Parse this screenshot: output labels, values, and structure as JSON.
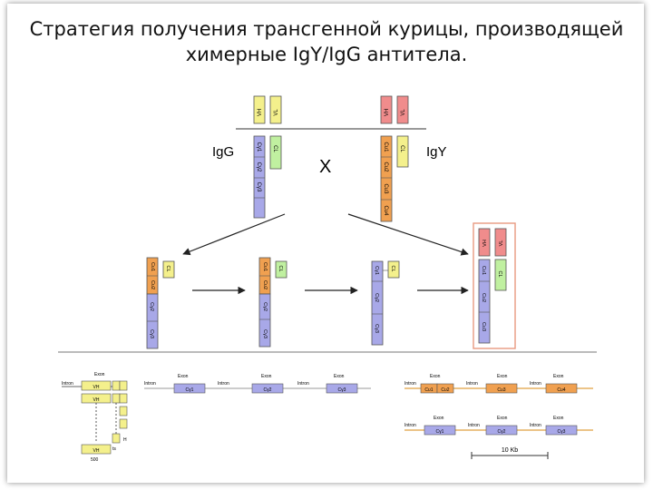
{
  "slide": {
    "title_line1": "Стратегия получения трансгенной курицы, производящей",
    "title_line2": "химерные IgY/IgG антитела."
  },
  "diagram": {
    "label_igg": "IgG",
    "label_igy": "IgY",
    "label_cross": "X",
    "vh": "VH",
    "vl": "VL",
    "cl": "CL",
    "cg1": "Cγ1",
    "cg2": "Cγ2",
    "cg3": "Cγ3",
    "cu1": "Cυ1",
    "cu2": "Cυ2",
    "cu3": "Cυ3",
    "cu4": "Cυ4",
    "exon": "Exon",
    "intron": "Intron",
    "scale_label": "10 Kb",
    "label_ts": "ts",
    "label_h": "H",
    "label_500": "500"
  },
  "colors": {
    "vh_pink": "#f08c8c",
    "vl_yellow": "#f4f08c",
    "igg_blue": "#a8a8e8",
    "igy_orange": "#f0a050",
    "cl_green": "#c0f0a0",
    "highlight_border": "#e89a80"
  }
}
